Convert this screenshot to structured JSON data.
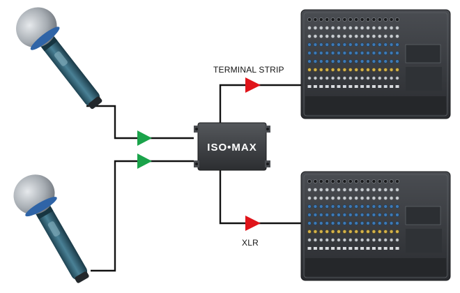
{
  "device": {
    "label": "ISO•MAX"
  },
  "outputs": [
    {
      "label": "TERMINAL STRIP"
    },
    {
      "label": "XLR"
    }
  ],
  "colors": {
    "cable": "#111111",
    "input_arrow": "#1aa34a",
    "output_arrow": "#e0141a",
    "box": "#3b3d40",
    "mixer_body": "#3a3c40",
    "mic_body": "#2f5f72",
    "mic_grille": "#b9bec4"
  },
  "icons": [
    "microphone-icon",
    "microphone-icon",
    "iso-max-box",
    "mixer-console",
    "mixer-console"
  ]
}
